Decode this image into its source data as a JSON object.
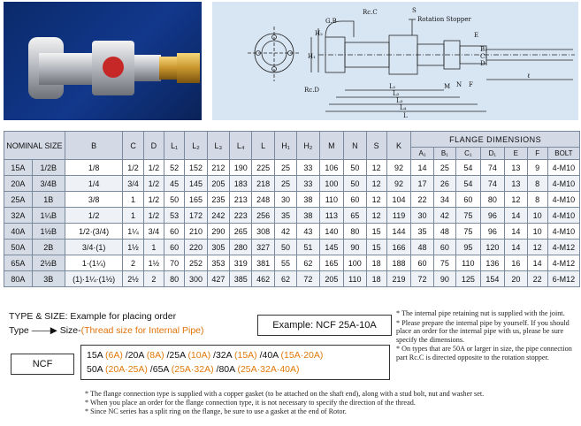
{
  "drawing": {
    "labels": {
      "rc_top": "Rc.C",
      "s": "S",
      "rotation_stopper": "Rotation Stopper",
      "gb": "G.B",
      "h2": "H₂",
      "h1": "H₁",
      "rcd": "Rc.D",
      "e": "E",
      "b1": "B₁",
      "c1": "C₁",
      "d1": "D₁",
      "ell": "ℓ",
      "m": "M",
      "n": "N",
      "f": "F",
      "l1": "L₁",
      "l2": "L₂",
      "l3": "L₃",
      "l4": "L₄",
      "l": "L"
    }
  },
  "table": {
    "headers": [
      "NOMINAL SIZE",
      "B",
      "C",
      "D",
      "L₁",
      "L₂",
      "L₃",
      "L₄",
      "L",
      "H₁",
      "H₂",
      "M",
      "N",
      "S",
      "K"
    ],
    "flange_title": "FLANGE DIMENSIONS",
    "flange_headers": [
      "A₁",
      "B₁",
      "C₁",
      "D₁",
      "E",
      "F",
      "BOLT"
    ],
    "rows": [
      [
        "15A",
        "1/2B",
        "1/8",
        "1/2",
        "1/2",
        "52",
        "152",
        "212",
        "190",
        "225",
        "25",
        "33",
        "106",
        "50",
        "12",
        "92",
        "14",
        "25",
        "54",
        "74",
        "13",
        "9",
        "4-M10"
      ],
      [
        "20A",
        "3/4B",
        "1/4",
        "3/4",
        "1/2",
        "45",
        "145",
        "205",
        "183",
        "218",
        "25",
        "33",
        "100",
        "50",
        "12",
        "92",
        "17",
        "26",
        "54",
        "74",
        "13",
        "8",
        "4-M10"
      ],
      [
        "25A",
        "1B",
        "3/8",
        "1",
        "1/2",
        "50",
        "165",
        "235",
        "213",
        "248",
        "30",
        "38",
        "110",
        "60",
        "12",
        "104",
        "22",
        "34",
        "60",
        "80",
        "12",
        "8",
        "4-M10"
      ],
      [
        "32A",
        "1¼B",
        "1/2",
        "1",
        "1/2",
        "53",
        "172",
        "242",
        "223",
        "256",
        "35",
        "38",
        "113",
        "65",
        "12",
        "119",
        "30",
        "42",
        "75",
        "96",
        "14",
        "10",
        "4-M10"
      ],
      [
        "40A",
        "1½B",
        "1/2·(3/4)",
        "1¼",
        "3/4",
        "60",
        "210",
        "290",
        "265",
        "308",
        "42",
        "43",
        "140",
        "80",
        "15",
        "144",
        "35",
        "48",
        "75",
        "96",
        "14",
        "10",
        "4-M10"
      ],
      [
        "50A",
        "2B",
        "3/4·(1)",
        "1½",
        "1",
        "60",
        "220",
        "305",
        "280",
        "327",
        "50",
        "51",
        "145",
        "90",
        "15",
        "166",
        "48",
        "60",
        "95",
        "120",
        "14",
        "12",
        "4-M12"
      ],
      [
        "65A",
        "2½B",
        "1·(1¼)",
        "2",
        "1½",
        "70",
        "252",
        "353",
        "319",
        "381",
        "55",
        "62",
        "165",
        "100",
        "18",
        "188",
        "60",
        "75",
        "110",
        "136",
        "16",
        "14",
        "4-M12"
      ],
      [
        "80A",
        "3B",
        "(1)·1¼·(1½)",
        "2½",
        "2",
        "80",
        "300",
        "427",
        "385",
        "462",
        "62",
        "72",
        "205",
        "110",
        "18",
        "219",
        "72",
        "90",
        "125",
        "154",
        "20",
        "22",
        "6-M12"
      ]
    ]
  },
  "ordering": {
    "title": "TYPE & SIZE: Example for placing order",
    "type_label": "Type",
    "size_label": "Size-",
    "size_note": "(Thread size for Internal Pipe)",
    "example": "Example: NCF 25A-10A",
    "type_code": "NCF",
    "size_line1": [
      {
        "t": "15A "
      },
      {
        "t": "(6A)",
        "o": true
      },
      {
        "t": " /20A "
      },
      {
        "t": "(8A)",
        "o": true
      },
      {
        "t": " /25A "
      },
      {
        "t": "(10A)",
        "o": true
      },
      {
        "t": " /32A "
      },
      {
        "t": "(15A)",
        "o": true
      },
      {
        "t": " /40A "
      },
      {
        "t": "(15A·20A)",
        "o": true
      }
    ],
    "size_line2": [
      {
        "t": "50A "
      },
      {
        "t": "(20A·25A)",
        "o": true
      },
      {
        "t": " /65A "
      },
      {
        "t": "(25A·32A)",
        "o": true
      },
      {
        "t": " /80A "
      },
      {
        "t": "(25A·32A·40A)",
        "o": true
      }
    ]
  },
  "notes_right": [
    "* The internal pipe retaining nut is supplied with the joint.",
    "* Please prepare the internal pipe by yourself. If you should place an order for the internal pipe with us, please be sure specify the dimensions.",
    "* On types that are 50A or larger in size, the pipe connection part Rc.C is directed opposite to the rotation stopper."
  ],
  "notes_bottom": [
    "* The flange connection type is supplied with a copper gasket (to be attached on the shaft end), along with a stud bolt, nut and washer set.",
    "* When you place an order for the flange connection type, it is not necessary to specify the direction of the thread.",
    "* Since NC series has a split ring on the flange, be sure to use a gasket at the end of Rotor."
  ]
}
